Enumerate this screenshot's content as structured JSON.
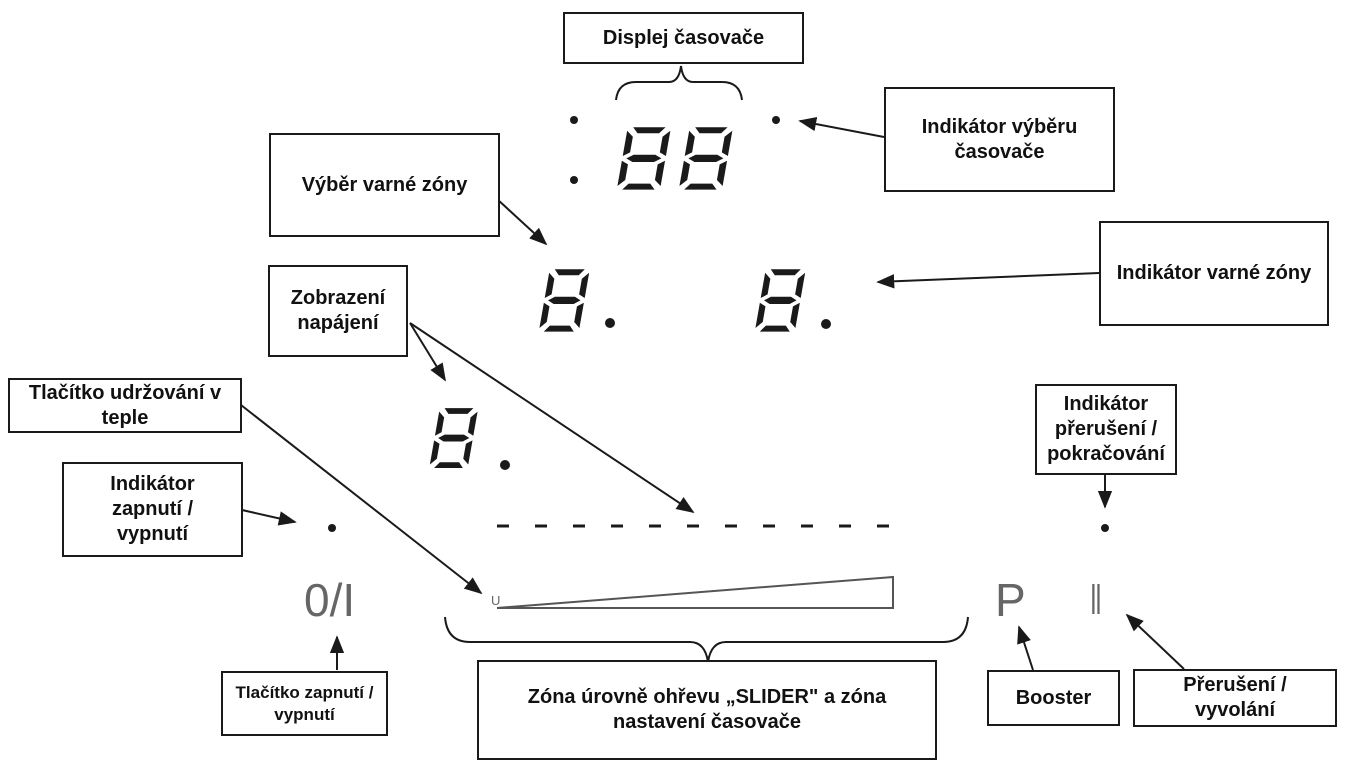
{
  "labels": {
    "timer_display": "Displej časovače",
    "timer_select_indicator": "Indikátor výběru časovače",
    "zone_select": "Výběr varné zóny",
    "zone_indicator": "Indikátor varné zóny",
    "power_display": "Zobrazení napájení",
    "keep_warm_button": "Tlačítko udržování v teple",
    "on_off_indicator": "Indikátor zapnutí / vypnutí",
    "pause_indicator": "Indikátor přerušení / pokračování",
    "on_off_button": "Tlačítko zapnutí / vypnutí",
    "slider_zone": "Zóna úrovně ohřevu „SLIDER\" a zóna nastavení časovače",
    "booster": "Booster",
    "pause_recall": "Přerušení / vyvolání"
  },
  "panel": {
    "onoff_symbol": "0/I",
    "booster_symbol": "P",
    "pause_symbol": "II",
    "keepwarm_symbol": "U",
    "timer_digits": "88",
    "digit": "8"
  },
  "colors": {
    "ink": "#1a1a1a",
    "panel_gray": "#666666",
    "background": "#ffffff"
  }
}
